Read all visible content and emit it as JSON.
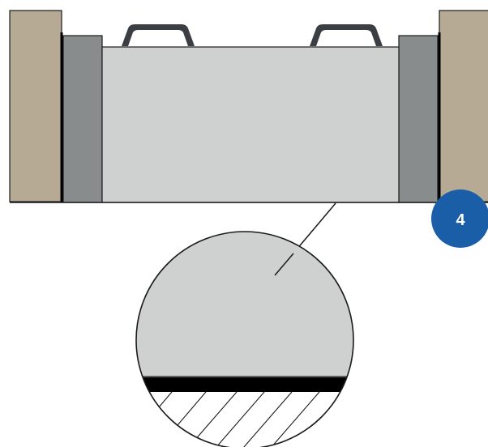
{
  "step_badge": {
    "label": "4",
    "color": "#1a5ea8",
    "text_color": "#ffffff"
  },
  "colors": {
    "wall": "#b6aa94",
    "frame": "#898c8c",
    "panel": "#cfd1d0",
    "outline": "#1a1a1a",
    "seal": "#000000",
    "background": "#ffffff"
  },
  "illustration": {
    "subject": "window-frame-installation-detail",
    "detail_callout": "zoom-circle-bottom-seal"
  }
}
